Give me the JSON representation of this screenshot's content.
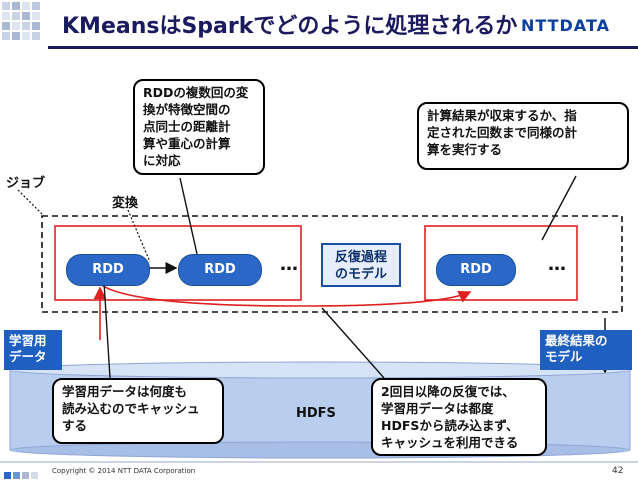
{
  "title": "KMeansはSparkでどのように処理されるか",
  "logo": "NTTDATA",
  "callouts": {
    "distance": [
      "RDDの複数回の変",
      "換が特徴空間の",
      "点同士の距離計",
      "算や重心の計算",
      "に対応"
    ],
    "convergence": [
      "計算結果が収束するか、指",
      "定された回数まで同様の計",
      "算を実行する"
    ],
    "cache": [
      "学習用データは何度も",
      "読み込むのでキャッシュ",
      "する"
    ],
    "second_iter": [
      "2回目以降の反復では、",
      "学習用データは都度",
      "HDFSから読み込まず、",
      "キャッシュを利用できる"
    ]
  },
  "labels": {
    "job": "ジョブ",
    "transform": "変換"
  },
  "rdd": {
    "first": "RDD",
    "second": "RDD",
    "third": "RDD"
  },
  "ellipsis": "…",
  "model_box": [
    "反復過程",
    "のモデル"
  ],
  "tags": {
    "training": [
      "学習用",
      "データ"
    ],
    "final": [
      "最終結果の",
      "モデル"
    ]
  },
  "hdfs": "HDFS",
  "footer": {
    "copyright": "Copyright © 2014 NTT DATA Corporation",
    "page": "42"
  },
  "colors": {
    "rdd_fill": "#2b67c6",
    "tag_fill": "#1f5fc0",
    "frame_red": "#e02020",
    "title_navy": "#1a1a5e",
    "hdfs_fill": "#b9cdee"
  }
}
